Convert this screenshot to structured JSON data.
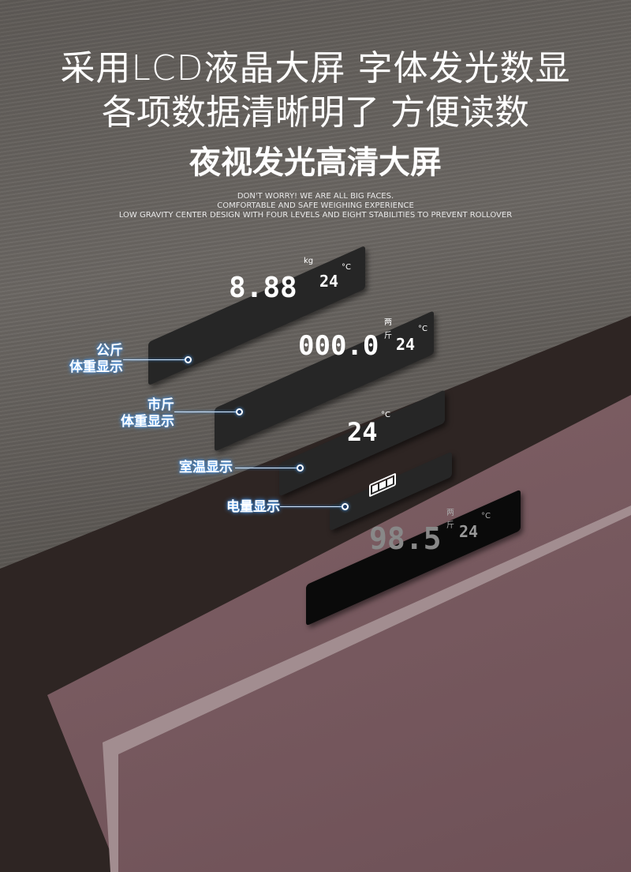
{
  "headline": {
    "line1": "采用LCD液晶大屏 字体发光数显",
    "line2": "各项数据清晰明了 方便读数",
    "line3": "夜视发光高清大屏"
  },
  "subtitle": [
    "DON'T WORRY! WE ARE ALL BIG FACES.",
    "COMFORTABLE AND SAFE WEIGHING EXPERIENCE",
    "LOW GRAVITY CENTER DESIGN WITH FOUR LEVELS AND EIGHT STABILITIES TO PREVENT ROLLOVER"
  ],
  "displays": {
    "kg": {
      "value": "8.88",
      "unit": "kg",
      "temp": "24",
      "temp_unit": "°C"
    },
    "jin": {
      "value": "000.0",
      "unit": "斤",
      "unit2": "两",
      "temp": "24",
      "temp_unit": "°C"
    },
    "temp": {
      "value": "24",
      "unit": "°C"
    },
    "main": {
      "value": "98.5",
      "unit": "斤",
      "unit2": "两",
      "temp": "24",
      "temp_unit": "°C"
    }
  },
  "callouts": {
    "kg": "公斤\n体重显示",
    "jin": "市斤\n体重显示",
    "temp": "室温显示",
    "battery": "电量显示"
  }
}
